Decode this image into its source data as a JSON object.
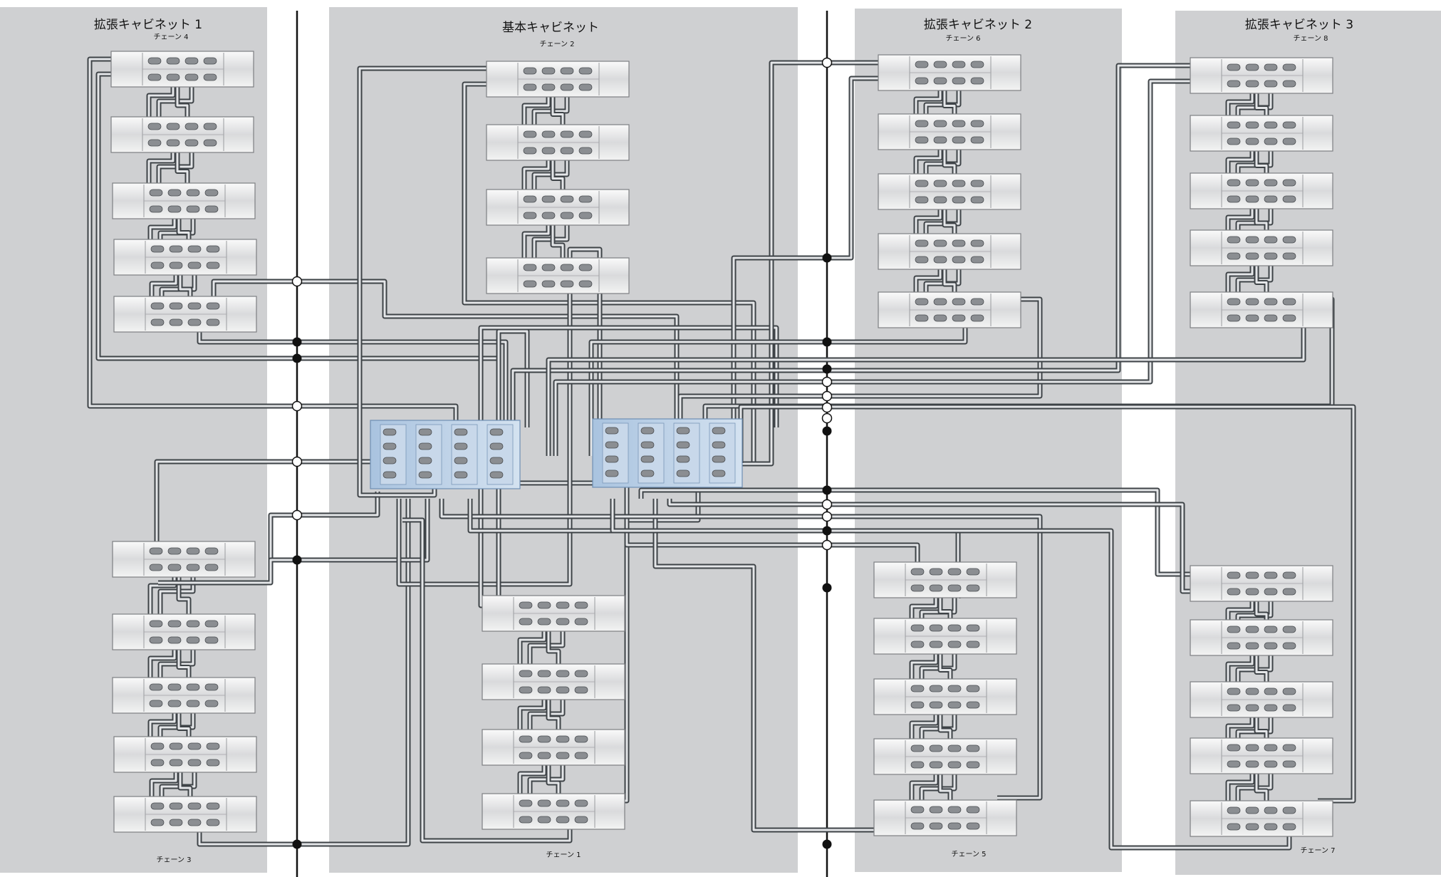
{
  "diagram": {
    "cabinets": [
      {
        "id": "ext1",
        "title": "拡張キャビネット 1",
        "chains": [
          "チェーン 4",
          "チェーン 3"
        ]
      },
      {
        "id": "base",
        "title": "基本キャビネット",
        "chains": [
          "チェーン 2",
          "チェーン 1"
        ]
      },
      {
        "id": "ext2",
        "title": "拡張キャビネット 2",
        "chains": [
          "チェーン 6",
          "チェーン 5"
        ]
      },
      {
        "id": "ext3",
        "title": "拡張キャビネット 3",
        "chains": [
          "チェーン 8",
          "チェーン 7"
        ]
      }
    ],
    "chain_order": [
      "チェーン 1",
      "チェーン 2",
      "チェーン 3",
      "チェーン 4",
      "チェーン 5",
      "チェーン 6",
      "チェーン 7",
      "チェーン 8"
    ],
    "shelves_per_chain": {
      "チェーン 1": 4,
      "チェーン 2": 4,
      "チェーン 3": 5,
      "チェーン 4": 5,
      "チェーン 5": 5,
      "チェーン 6": 5,
      "チェーン 7": 5,
      "チェーン 8": 5
    },
    "controllers": 2,
    "colors": {
      "cabinet": "#cfd0d2",
      "cable": "#3e4347",
      "controller": "#b9cfe4",
      "shelf": "#e6e7e8"
    }
  }
}
